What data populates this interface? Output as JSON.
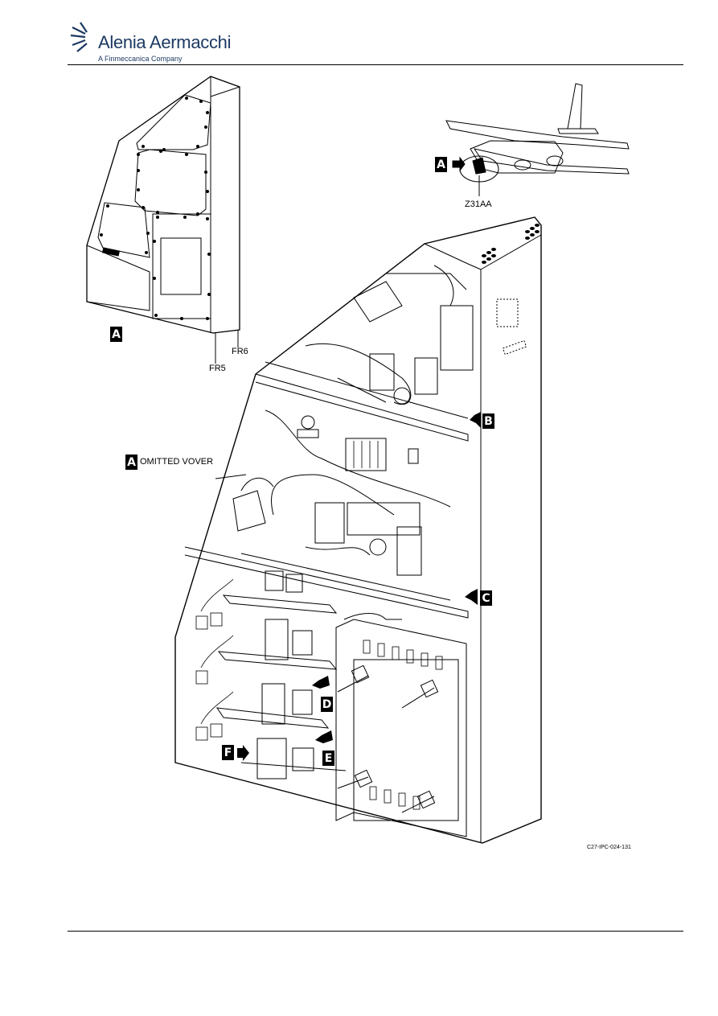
{
  "header": {
    "brand_name": "Alenia Aermacchi",
    "brand_sub": "A Finmeccanica Company"
  },
  "diagram": {
    "view_letters": {
      "A_small": "A",
      "A_aircraft": "A",
      "A_omitted": "A",
      "B": "B",
      "C": "C",
      "D": "D",
      "E": "E",
      "F": "F"
    },
    "zone_label": "Z31AA",
    "frame_labels": {
      "fr5": "FR5",
      "fr6": "FR6"
    },
    "omitted_cover": "OMITTED VOVER",
    "figure_code": "C27-IPC-024-131"
  },
  "colors": {
    "brand": "#1d3a63",
    "ink": "#000000"
  }
}
